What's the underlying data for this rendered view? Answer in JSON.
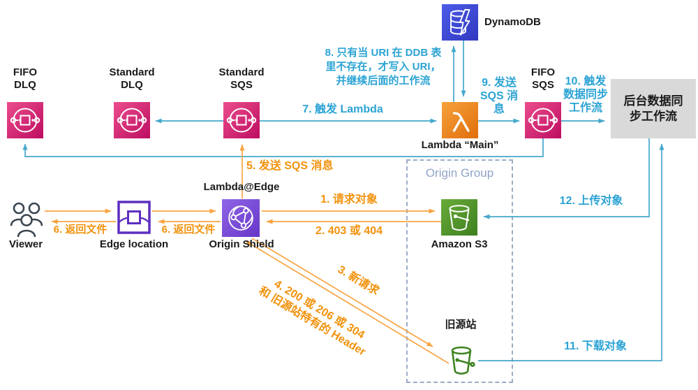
{
  "colors": {
    "teal_line": "#45A8CC",
    "teal_text": "#2BA3D4",
    "orange_line": "#F8A441",
    "orange_text": "#F2920C",
    "sqs_pink_a": "#EB4D8C",
    "sqs_pink_b": "#BD0D61",
    "lambda_a": "#F6A23B",
    "lambda_b": "#E06E0C",
    "dynamo_a": "#4D5BE8",
    "dynamo_b": "#3138C0",
    "purple_a": "#9066E6",
    "purple_b": "#6636C8",
    "edge_purple": "#5D2FC0",
    "s3_a": "#69AC39",
    "s3_b": "#3E7F20",
    "bucket_green": "#3E8320",
    "viewer_ink": "#3B4650",
    "box_gray": "#D9D9D9",
    "group_border": "#9BACC6",
    "group_label": "#8FA4C8",
    "label_ink": "#1A1A1A"
  },
  "icons": {
    "dynamodb": "dynamodb-database-lightning-icon",
    "sqs": "sqs-queue-icon",
    "lambda": "lambda-icon",
    "cloudfront": "cloudfront-globe-network-icon",
    "edge_location": "edge-location-icon",
    "s3": "s3-bucket-icon",
    "old_origin": "bucket-outline-icon",
    "viewer": "users-icon"
  },
  "nodes": {
    "dynamodb": {
      "label": "DynamoDB"
    },
    "fifo_dlq": {
      "l1": "FIFO",
      "l2": "DLQ"
    },
    "standard_dlq": {
      "l1": "Standard",
      "l2": "DLQ"
    },
    "standard_sqs": {
      "l1": "Standard",
      "l2": "SQS"
    },
    "fifo_sqs": {
      "l1": "FIFO",
      "l2": "SQS"
    },
    "lambda_main": {
      "label": "Lambda “Main”"
    },
    "lambda_edge": {
      "label": "Lambda@Edge"
    },
    "origin_shield": {
      "label": "Origin Shield"
    },
    "edge_location": {
      "label": "Edge location"
    },
    "viewer": {
      "label": "Viewer"
    },
    "amazon_s3": {
      "label": "Amazon S3"
    },
    "old_origin": {
      "label": "旧源站"
    },
    "origin_group": {
      "label": "Origin Group"
    },
    "sync_workflow": {
      "l1": "后台数据同",
      "l2": "步工作流"
    }
  },
  "flows": {
    "f1": {
      "label": "1. 请求对象"
    },
    "f2": {
      "label": "2. 403 或 404"
    },
    "f3": {
      "label": "3. 新请求"
    },
    "f4": {
      "l1": "4. 200 或 206 或 304",
      "l2": "和 旧源站特有的 Header"
    },
    "f5": {
      "label": "5. 发送 SQS 消息"
    },
    "f6a": {
      "label": "6. 返回文件"
    },
    "f6b": {
      "label": "6. 返回文件"
    },
    "f7": {
      "label": "7. 触发 Lambda"
    },
    "f8": {
      "l1": "8. 只有当 URI 在 DDB 表",
      "l2": "里不存在，才写入 URI，",
      "l3": "并继续后面的工作流"
    },
    "f9": {
      "l1": "9. 发送",
      "l2": "SQS 消",
      "l3": "息"
    },
    "f10": {
      "l1": "10. 触发",
      "l2": "数据同步",
      "l3": "工作流"
    },
    "f11": {
      "label": "11. 下载对象"
    },
    "f12": {
      "label": "12. 上传对象"
    }
  }
}
